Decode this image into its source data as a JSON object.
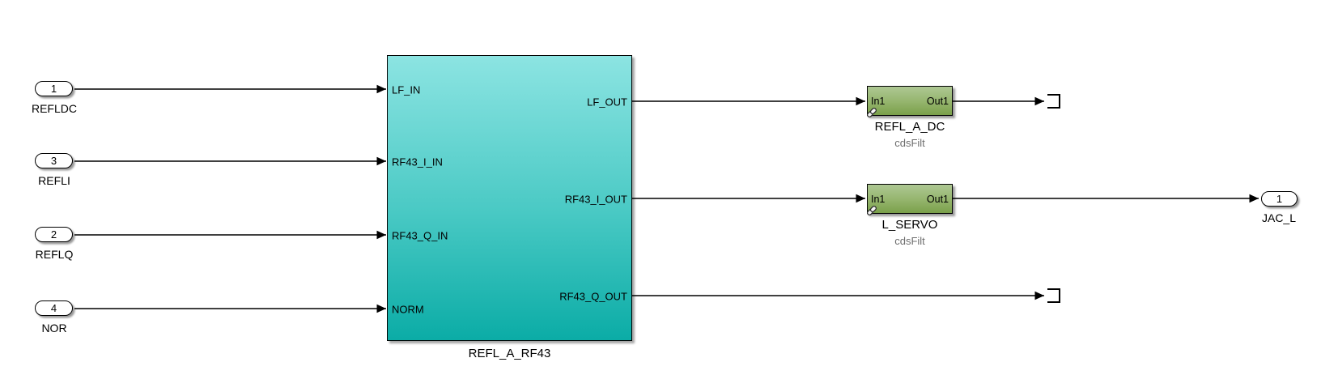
{
  "diagram_type": "simulink-block-diagram",
  "colors": {
    "background": "#ffffff",
    "wire": "#000000",
    "subsystem_gradient_top": "#8CE4E2",
    "subsystem_gradient_bottom": "#0BACA6",
    "filter_gradient_top": "#AEC893",
    "filter_gradient_bottom": "#7AA04A",
    "library_annotation_gray": "#6E6E6E",
    "port_fill": "#ffffff"
  },
  "inports": [
    {
      "number": "1",
      "name": "REFLDC"
    },
    {
      "number": "3",
      "name": "REFLI"
    },
    {
      "number": "2",
      "name": "REFLQ"
    },
    {
      "number": "4",
      "name": "NOR"
    }
  ],
  "subsystem": {
    "name": "REFL_A_RF43",
    "input_ports": [
      "LF_IN",
      "RF43_I_IN",
      "RF43_Q_IN",
      "NORM"
    ],
    "output_ports": [
      "LF_OUT",
      "RF43_I_OUT",
      "RF43_Q_OUT"
    ]
  },
  "filter_blocks": [
    {
      "name": "REFL_A_DC",
      "library": "cdsFilt",
      "in_port": "In1",
      "out_port": "Out1"
    },
    {
      "name": "L_SERVO",
      "library": "cdsFilt",
      "in_port": "In1",
      "out_port": "Out1"
    }
  ],
  "outport": {
    "number": "1",
    "name": "JAC_L"
  }
}
